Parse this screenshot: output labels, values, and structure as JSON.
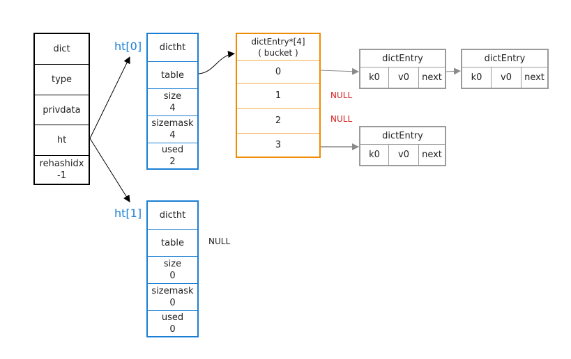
{
  "dict": {
    "fields": [
      "dict",
      "type",
      "privdata",
      "ht",
      "rehashidx",
      "-1"
    ]
  },
  "labels": {
    "ht0": "ht[0]",
    "ht1": "ht[1]"
  },
  "ht0": {
    "title": "dictht",
    "table": "table",
    "size_label": "size",
    "size_value": "4",
    "sizemask_label": "sizemask",
    "sizemask_value": "4",
    "used_label": "used",
    "used_value": "2"
  },
  "ht1": {
    "title": "dictht",
    "table": "table",
    "table_null": "NULL",
    "size_label": "size",
    "size_value": "0",
    "sizemask_label": "sizemask",
    "sizemask_value": "0",
    "used_label": "used",
    "used_value": "0"
  },
  "bucket": {
    "header_line1": "dictEntry*[4]",
    "header_line2": "( bucket )",
    "slots": [
      "0",
      "1",
      "2",
      "3"
    ],
    "null1": "NULL",
    "null2": "NULL"
  },
  "entries": {
    "e0a": {
      "title": "dictEntry",
      "k": "k0",
      "v": "v0",
      "next": "next"
    },
    "e0b": {
      "title": "dictEntry",
      "k": "k0",
      "v": "v0",
      "next": "next"
    },
    "e3": {
      "title": "dictEntry",
      "k": "k0",
      "v": "v0",
      "next": "next"
    }
  },
  "colors": {
    "dict_border": "#000000",
    "ht_border": "#1a7fd4",
    "bucket_border": "#f08a00",
    "entry_border": "#9a9a9a",
    "null_red": "#d42020"
  }
}
